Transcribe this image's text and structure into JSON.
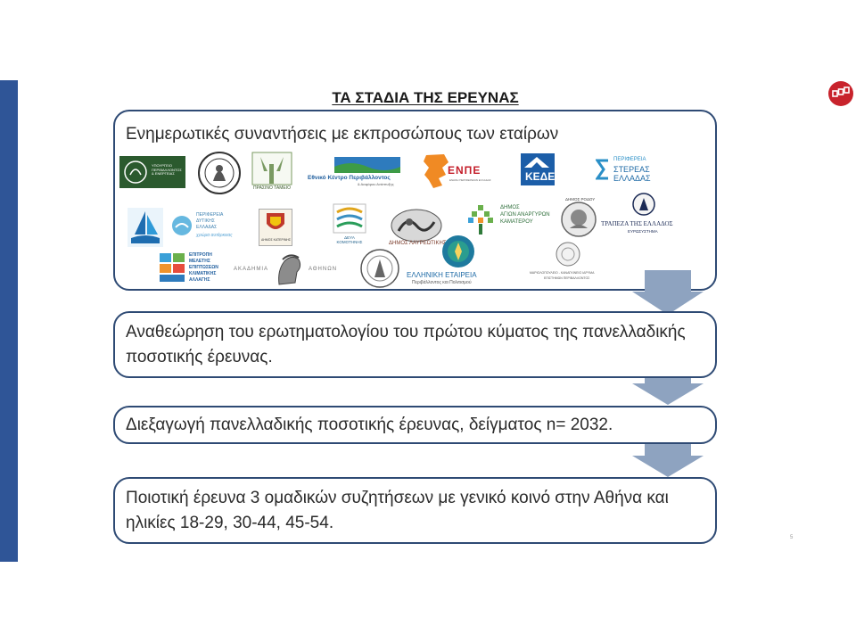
{
  "slide": {
    "title": "ΤΑ ΣΤΑΔΙΑ ΤΗΣ ΕΡΕΥΝΑΣ",
    "slide_number": "5",
    "accent_color": "#2f5597",
    "box_border_color": "#2e4a74",
    "arrow_color": "#8ea3c0"
  },
  "stages": [
    {
      "text": "Ενημερωτικές συναντήσεις με εκπροσώπους των εταίρων"
    },
    {
      "text": "Αναθεώρηση του ερωτηματολογίου του πρώτου κύματος της πανελλαδικής ποσοτικής έρευνας."
    },
    {
      "text": "Διεξαγωγή πανελλαδικής ποσοτικής έρευνας, δείγματος n= 2032."
    },
    {
      "text": "Ποιοτική έρευνα 3 ομαδικών συζητήσεων με γενικό κοινό στην Αθήνα και ηλικίες 18-29, 30-44, 45-54."
    }
  ],
  "logos": {
    "ypen": "ΥΠΟΥΡΓΕΙΟ ΠΕΡΙΒΑΛΛΟΝΤΟΣ & ΕΝΕΡΓΕΙΑΣ",
    "prasino_tameio": "ΠΡΑΣΙΝΟ ΤΑΜΕΙΟ",
    "ekpa_line1": "Εθνικό Κέντρο Περιβάλλοντος",
    "ekpa_line2": "& Αειφόρου Ανάπτυξης",
    "enpe": "ΕΝΠΕ",
    "enpe_sub": "ΕΝΩΣΗ ΠΕΡΙΦΕΡΕΙΩΝ ΕΛΛΑΔΑΣ",
    "kede": "ΚΕΔΕ",
    "sterea_line1": "ΠΕΡΙΦΕΡΕΙΑ",
    "sterea_line2": "ΣΤΕΡΕΑΣ",
    "sterea_line3": "ΕΛΛΑΔΑΣ",
    "dytiki_line1": "ΠΕΡΙΦΕΡΕΙΑ",
    "dytiki_line2": "ΔΥΤΙΚΗΣ",
    "dytiki_line3": "ΕΛΛΑΔΑΣ",
    "dytiki_motto": "χρώμα αυτάρκειας",
    "katerini": "ΔΗΜΟΣ ΚΑΤΕΡΙΝΗΣ",
    "deya": "ΔΕΥΑ ΚΟΜΟΤΗΝΗΣ",
    "agion_line1": "ΔΗΜΟΣ",
    "agion_line2": "ΑΓΙΩΝ ΑΝΑΡΓΥΡΩΝ",
    "agion_line3": "ΚΑΜΑΤΕΡΟΥ",
    "rodou": "ΔΗΜΟΣ ΡΟΔΟΥ",
    "trapeza_line1": "ΤΡΑΠΕΖΑ ΤΗΣ ΕΛΛΑΔΟΣ",
    "trapeza_line2": "ΕΥΡΩΣΥΣΤΗΜΑ",
    "lavrio": "ΔΗΜΟΣ ΛΑΥΡΕΩΤΙΚΗΣ",
    "eepk_line1": "ΕΛΛΗΝΙΚΗ ΕΤΑΙΡΕΙΑ",
    "eepk_line2": "Περιβάλλοντος και Πολιτισμού",
    "klimatiki_line1": "ΕΠΙΤΡΟΠΗ",
    "klimatiki_line2": "ΜΕΛΕΤΗΣ",
    "klimatiki_line3": "ΕΠΙΠΤΩΣΕΩΝ",
    "klimatiki_line4": "ΚΛΙΜΑΤΙΚΗΣ",
    "klimatiki_line5": "ΑΛΛΑΓΗΣ",
    "akadimia": "ΑΚΑΔΗΜΙΑ",
    "athinon": "ΑΘΗΝΩΝ",
    "mariolopoulos_line1": "ΜΑΡΙΟΛΟΠΟΥΛΕΙΟ - ΚΑΝΑΓΚΙΝΕΙΟ ΙΔΡΥΜΑ",
    "mariolopoulos_line2": "ΕΠΙΣΤΗΜΩΝ ΠΕΡΙΒΑΛΛΟΝΤΟΣ"
  }
}
